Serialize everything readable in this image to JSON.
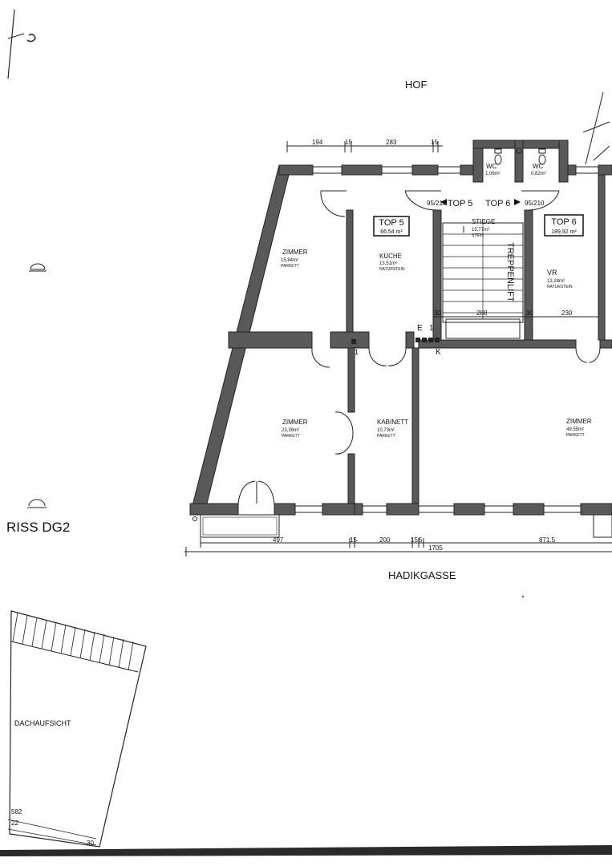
{
  "orientation": {
    "top": "HOF",
    "bottom": "HADIKGASSE"
  },
  "sheet_title": "RISS DG2",
  "corner_mark": "DACHAUFSICHT",
  "corner_dims": [
    "582",
    "22",
    "30"
  ],
  "marker_left": "E",
  "marker_num": "1",
  "marker_k": "K",
  "marker_one": "1",
  "units": {
    "top5": {
      "label": "TOP 5",
      "area": "66,54 m²"
    },
    "top6": {
      "label": "TOP 6",
      "area": "189,92 m²"
    }
  },
  "corridor": {
    "top5": "TOP 5",
    "top6": "TOP 6",
    "door_left": "95/210",
    "door_right": "95/210"
  },
  "rooms": {
    "zimmer_a": {
      "name": "ZIMMER",
      "area": "15,84m²",
      "floor": "PARKETT"
    },
    "kueche": {
      "name": "KÜCHE",
      "area": "13,51m²",
      "floor": "NATURSTEIN"
    },
    "stiege": {
      "name": "STIEGE",
      "area": "15,77m²",
      "floor": "STEIN"
    },
    "vr": {
      "name": "VR",
      "area": "13,28m²",
      "floor": "NATURSTEIN"
    },
    "wc_a": {
      "name": "WC",
      "area": "1,06m²"
    },
    "wc_b": {
      "name": "WC",
      "area": "0,82m²"
    },
    "zimmer_b": {
      "name": "ZIMMER",
      "area": "23,39m²",
      "floor": "PARKETT"
    },
    "kabinett": {
      "name": "KABINETT",
      "area": "10,73m²",
      "floor": "PARKETT"
    },
    "zimmer_c": {
      "name": "ZIMMER",
      "area": "49,55m²",
      "floor": "PARKETT"
    }
  },
  "stair_label": "TREPPENLIFT",
  "dimensions": {
    "top_row": [
      "194",
      "15",
      "283",
      "15"
    ],
    "stair_row": [
      "30",
      "288",
      "30",
      "230"
    ],
    "bottom_row": [
      "497",
      "15",
      "200",
      "15",
      "5",
      "871.5"
    ],
    "total": "1705"
  }
}
